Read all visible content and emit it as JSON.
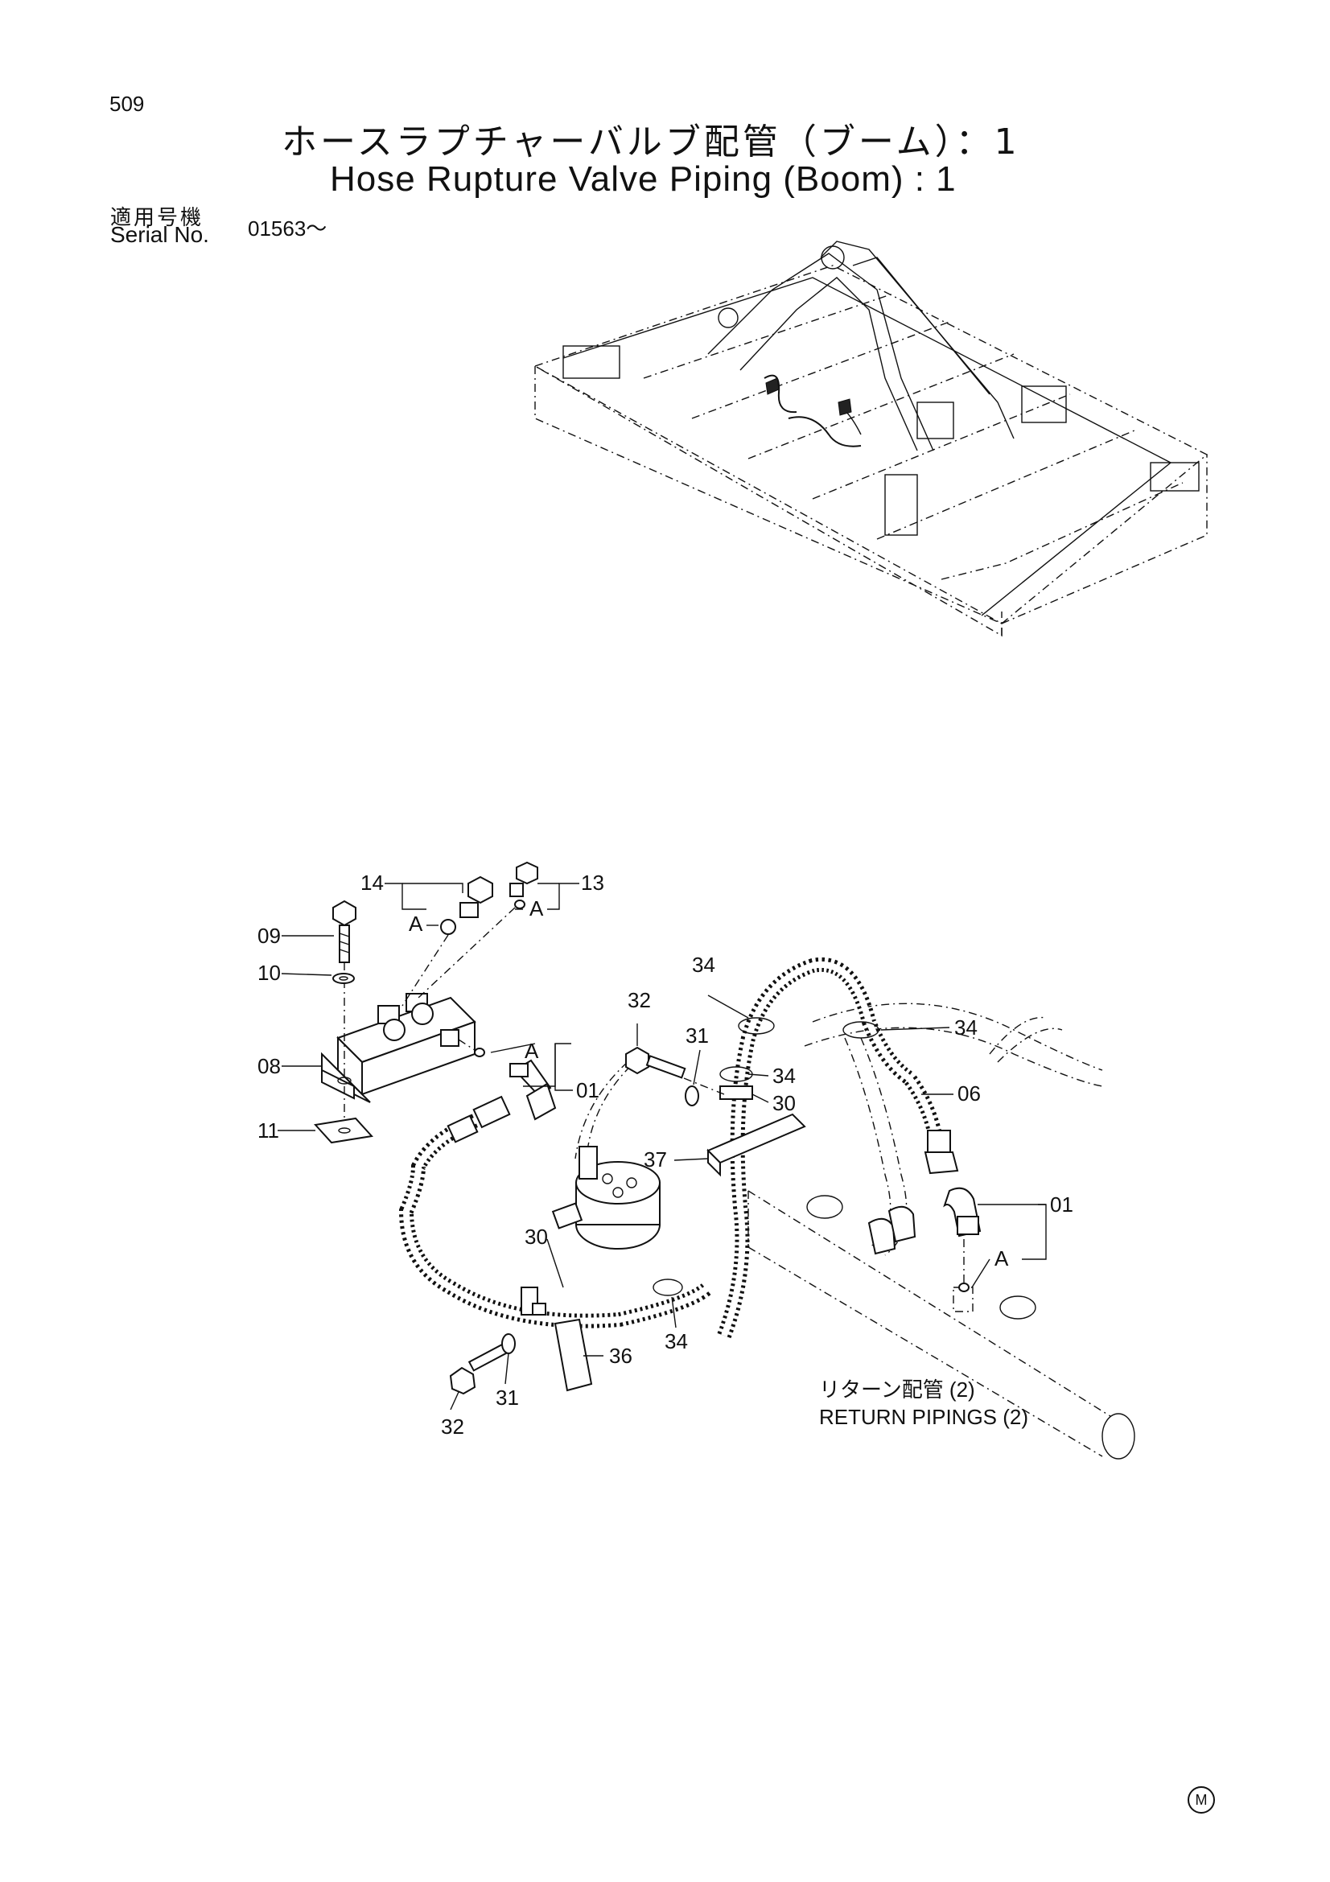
{
  "page_number": "509",
  "title_jp": "ホースラプチャーバルブ配管（ブーム）：1",
  "title_en": "Hose Rupture Valve Piping (Boom) : 1",
  "serial": {
    "label_jp": "適用号機",
    "label_en": "Serial No.",
    "value": "01563～"
  },
  "callouts": {
    "c14": "14",
    "c13": "13",
    "c09": "09",
    "c10": "10",
    "c08": "08",
    "c11": "11",
    "c01a": "01",
    "c01b": "01",
    "c32a": "32",
    "c32b": "32",
    "c31a": "31",
    "c31b": "31",
    "c34a": "34",
    "c34b": "34",
    "c34c": "34",
    "c34d": "34",
    "c30a": "30",
    "c30b": "30",
    "c06": "06",
    "c37": "37",
    "c36": "36",
    "refA1": "A",
    "refA2": "A",
    "refA3": "A",
    "refA4": "A"
  },
  "return_note": {
    "jp": "リターン配管 (2)",
    "en": "RETURN PIPINGS (2)"
  },
  "maker_mark": "M"
}
